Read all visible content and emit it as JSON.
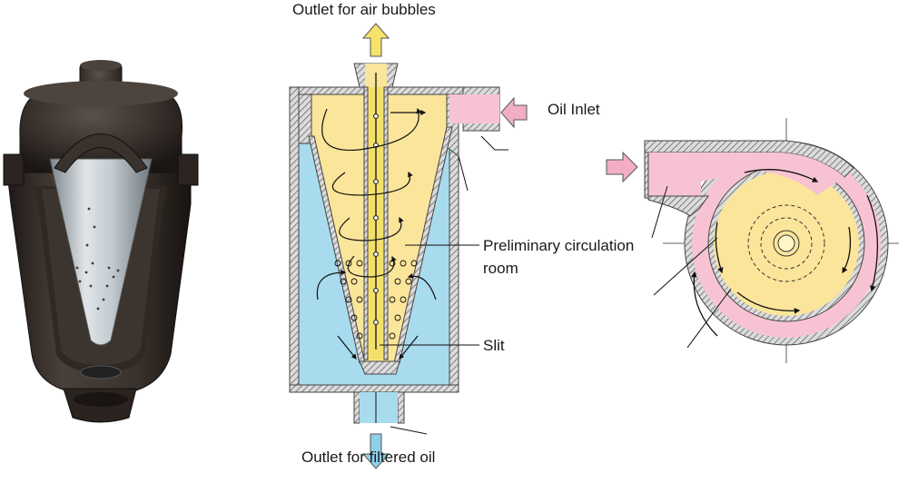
{
  "labels": {
    "outlet_air": "Outlet for air bubbles",
    "oil_inlet": "Oil Inlet",
    "circ_line1": "Preliminary circulation",
    "circ_line2": "room",
    "slit": "Slit",
    "outlet_oil": "Outlet for filtered oil"
  },
  "colors": {
    "oil": "#fbe59a",
    "filtered": "#a9dbef",
    "inlet": "#f7c3d2",
    "wall_hatch": "#555555",
    "housing_dark": "#2e2723",
    "metal": "#b9c1c6",
    "arrow_yellow": "#f5e36a",
    "arrow_pink": "#f3aec3",
    "arrow_blue": "#8fd0ea"
  }
}
